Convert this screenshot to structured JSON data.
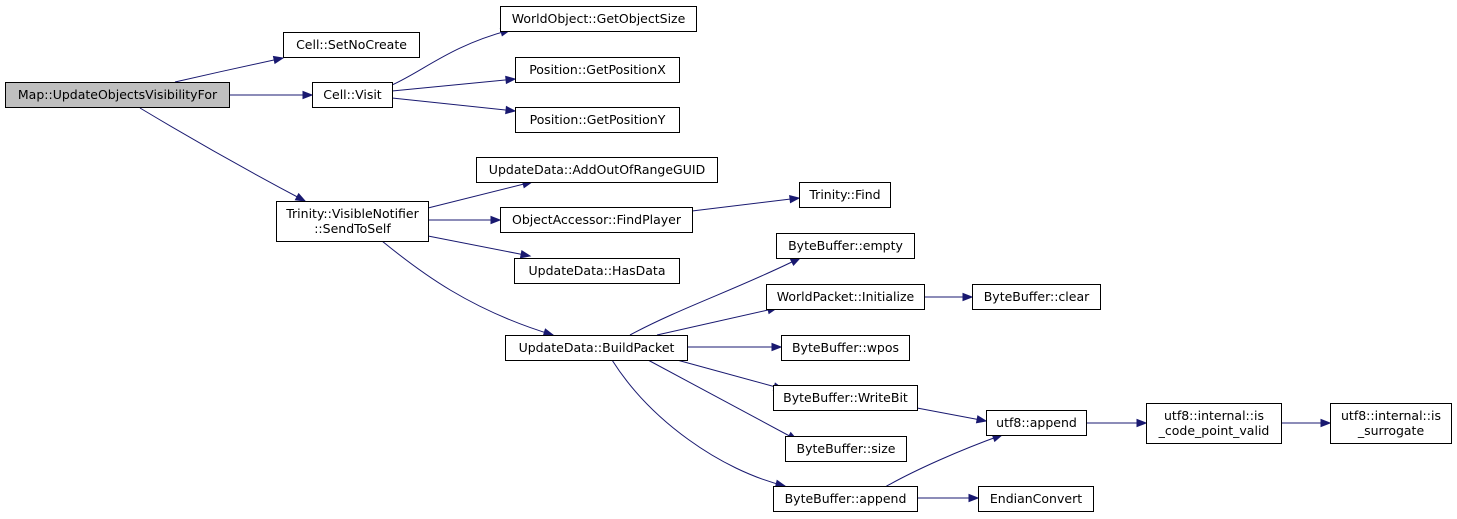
{
  "graph": {
    "nodes": [
      {
        "id": "map_update",
        "name": "node-map-updateobjectsvisibilityfor",
        "lines": [
          "Map::UpdateObjectsVisibilityFor"
        ],
        "root": true
      },
      {
        "id": "cell_setnocreate",
        "name": "node-cell-setnocreate",
        "lines": [
          "Cell::SetNoCreate"
        ]
      },
      {
        "id": "cell_visit",
        "name": "node-cell-visit",
        "lines": [
          "Cell::Visit"
        ]
      },
      {
        "id": "wo_getobjectsize",
        "name": "node-worldobject-getobjectsize",
        "lines": [
          "WorldObject::GetObjectSize"
        ]
      },
      {
        "id": "pos_getx",
        "name": "node-position-getpositionx",
        "lines": [
          "Position::GetPositionX"
        ]
      },
      {
        "id": "pos_gety",
        "name": "node-position-getpositiony",
        "lines": [
          "Position::GetPositionY"
        ]
      },
      {
        "id": "vn_sendtoself",
        "name": "node-trinity-visiblenotifier-sendtoself",
        "lines": [
          "Trinity::VisibleNotifier",
          "::SendToSelf"
        ]
      },
      {
        "id": "ud_addoor",
        "name": "node-updatedata-addoutofrangeguid",
        "lines": [
          "UpdateData::AddOutOfRangeGUID"
        ]
      },
      {
        "id": "oa_findplayer",
        "name": "node-objectaccessor-findplayer",
        "lines": [
          "ObjectAccessor::FindPlayer"
        ]
      },
      {
        "id": "trinity_find",
        "name": "node-trinity-find",
        "lines": [
          "Trinity::Find"
        ]
      },
      {
        "id": "ud_hasdata",
        "name": "node-updatedata-hasdata",
        "lines": [
          "UpdateData::HasData"
        ]
      },
      {
        "id": "ud_buildpacket",
        "name": "node-updatedata-buildpacket",
        "lines": [
          "UpdateData::BuildPacket"
        ]
      },
      {
        "id": "bb_empty",
        "name": "node-bytebuffer-empty",
        "lines": [
          "ByteBuffer::empty"
        ]
      },
      {
        "id": "wp_initialize",
        "name": "node-worldpacket-initialize",
        "lines": [
          "WorldPacket::Initialize"
        ]
      },
      {
        "id": "bb_clear",
        "name": "node-bytebuffer-clear",
        "lines": [
          "ByteBuffer::clear"
        ]
      },
      {
        "id": "bb_wpos",
        "name": "node-bytebuffer-wpos",
        "lines": [
          "ByteBuffer::wpos"
        ]
      },
      {
        "id": "bb_writebit",
        "name": "node-bytebuffer-writebit",
        "lines": [
          "ByteBuffer::WriteBit"
        ]
      },
      {
        "id": "utf8_append",
        "name": "node-utf8-append",
        "lines": [
          "utf8::append"
        ]
      },
      {
        "id": "utf8_iscpv",
        "name": "node-utf8-internal-is-code-point-valid",
        "lines": [
          "utf8::internal::is",
          "_code_point_valid"
        ]
      },
      {
        "id": "utf8_issurrogate",
        "name": "node-utf8-internal-is-surrogate",
        "lines": [
          "utf8::internal::is",
          "_surrogate"
        ]
      },
      {
        "id": "bb_size",
        "name": "node-bytebuffer-size",
        "lines": [
          "ByteBuffer::size"
        ]
      },
      {
        "id": "bb_append",
        "name": "node-bytebuffer-append",
        "lines": [
          "ByteBuffer::append"
        ]
      },
      {
        "id": "endianconvert",
        "name": "node-endianconvert",
        "lines": [
          "EndianConvert"
        ]
      }
    ],
    "edges": [
      {
        "from": "map_update",
        "to": "cell_setnocreate"
      },
      {
        "from": "map_update",
        "to": "cell_visit"
      },
      {
        "from": "map_update",
        "to": "vn_sendtoself"
      },
      {
        "from": "cell_visit",
        "to": "wo_getobjectsize"
      },
      {
        "from": "cell_visit",
        "to": "pos_getx"
      },
      {
        "from": "cell_visit",
        "to": "pos_gety"
      },
      {
        "from": "vn_sendtoself",
        "to": "ud_addoor"
      },
      {
        "from": "vn_sendtoself",
        "to": "oa_findplayer"
      },
      {
        "from": "vn_sendtoself",
        "to": "ud_hasdata"
      },
      {
        "from": "vn_sendtoself",
        "to": "ud_buildpacket"
      },
      {
        "from": "oa_findplayer",
        "to": "trinity_find"
      },
      {
        "from": "ud_buildpacket",
        "to": "bb_empty"
      },
      {
        "from": "ud_buildpacket",
        "to": "wp_initialize"
      },
      {
        "from": "ud_buildpacket",
        "to": "bb_wpos"
      },
      {
        "from": "ud_buildpacket",
        "to": "bb_writebit"
      },
      {
        "from": "ud_buildpacket",
        "to": "bb_size"
      },
      {
        "from": "ud_buildpacket",
        "to": "bb_append"
      },
      {
        "from": "wp_initialize",
        "to": "bb_clear"
      },
      {
        "from": "bb_writebit",
        "to": "utf8_append"
      },
      {
        "from": "bb_append",
        "to": "utf8_append"
      },
      {
        "from": "bb_append",
        "to": "endianconvert"
      },
      {
        "from": "utf8_append",
        "to": "utf8_iscpv"
      },
      {
        "from": "utf8_iscpv",
        "to": "utf8_issurrogate"
      }
    ]
  }
}
